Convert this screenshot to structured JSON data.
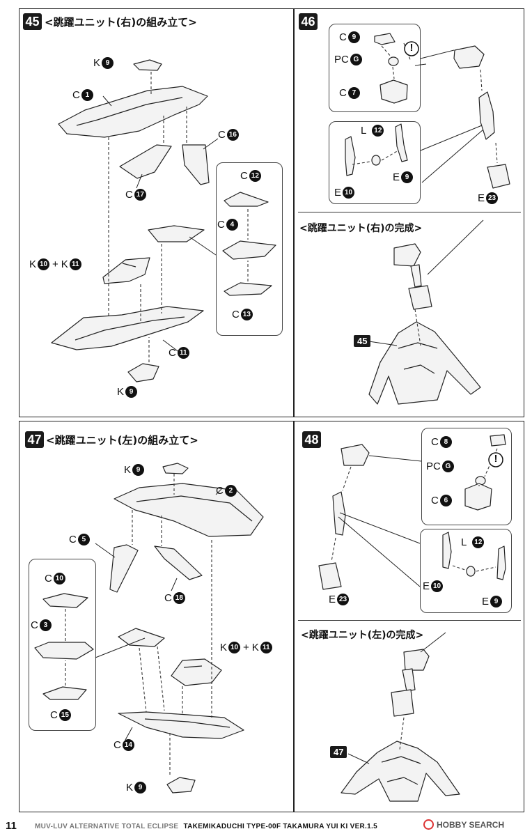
{
  "steps": {
    "s45": {
      "num": "45",
      "title": "<跳躍ユニット(右)の組み立て>"
    },
    "s46": {
      "num": "46",
      "complete_title": "<跳躍ユニット(右)の完成>",
      "callout": "45"
    },
    "s47": {
      "num": "47",
      "title": "<跳躍ユニット(左)の組み立て>"
    },
    "s48": {
      "num": "48",
      "complete_title": "<跳躍ユニット(左)の完成>",
      "callout": "47"
    }
  },
  "labels": {
    "K": "K",
    "C": "C",
    "E": "E",
    "L": "L",
    "PC": "PC",
    "plus": "+",
    "n1": "1",
    "n2": "2",
    "n3": "3",
    "n4": "4",
    "n5": "5",
    "n6": "6",
    "n7": "7",
    "n8": "8",
    "n9": "9",
    "n10": "10",
    "n11": "11",
    "n12": "12",
    "n13": "13",
    "n14": "14",
    "n15": "15",
    "n16": "16",
    "n17": "17",
    "n18": "18",
    "n23": "23",
    "G": "G",
    "warn": "!"
  },
  "footer": {
    "page": "11",
    "series": "MUV-LUV ALTERNATIVE TOTAL ECLIPSE",
    "title": "TAKEMIKADUCHI TYPE-00F TAKAMURA YUI KI VER.1.5"
  },
  "watermark": {
    "text": "HOBBY SEARCH"
  }
}
